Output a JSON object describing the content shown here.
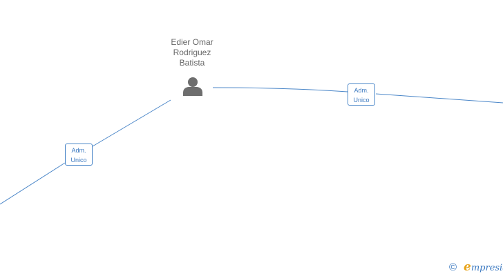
{
  "person": {
    "name_lines": [
      "Edier Omar",
      "Rodriguez",
      "Batista"
    ],
    "icon": "person-icon"
  },
  "relations": [
    {
      "role_line1": "Adm.",
      "role_line2": "Unico"
    },
    {
      "role_line1": "Adm.",
      "role_line2": "Unico"
    }
  ],
  "footer": {
    "copyright_symbol": "©",
    "brand_initial": "e",
    "brand_rest": "mpresia"
  },
  "colors": {
    "line": "#4a86c8",
    "text_gray": "#666666",
    "icon_gray": "#6e6e6e",
    "brand_blue": "#3a78c0",
    "brand_orange": "#e8a317"
  }
}
